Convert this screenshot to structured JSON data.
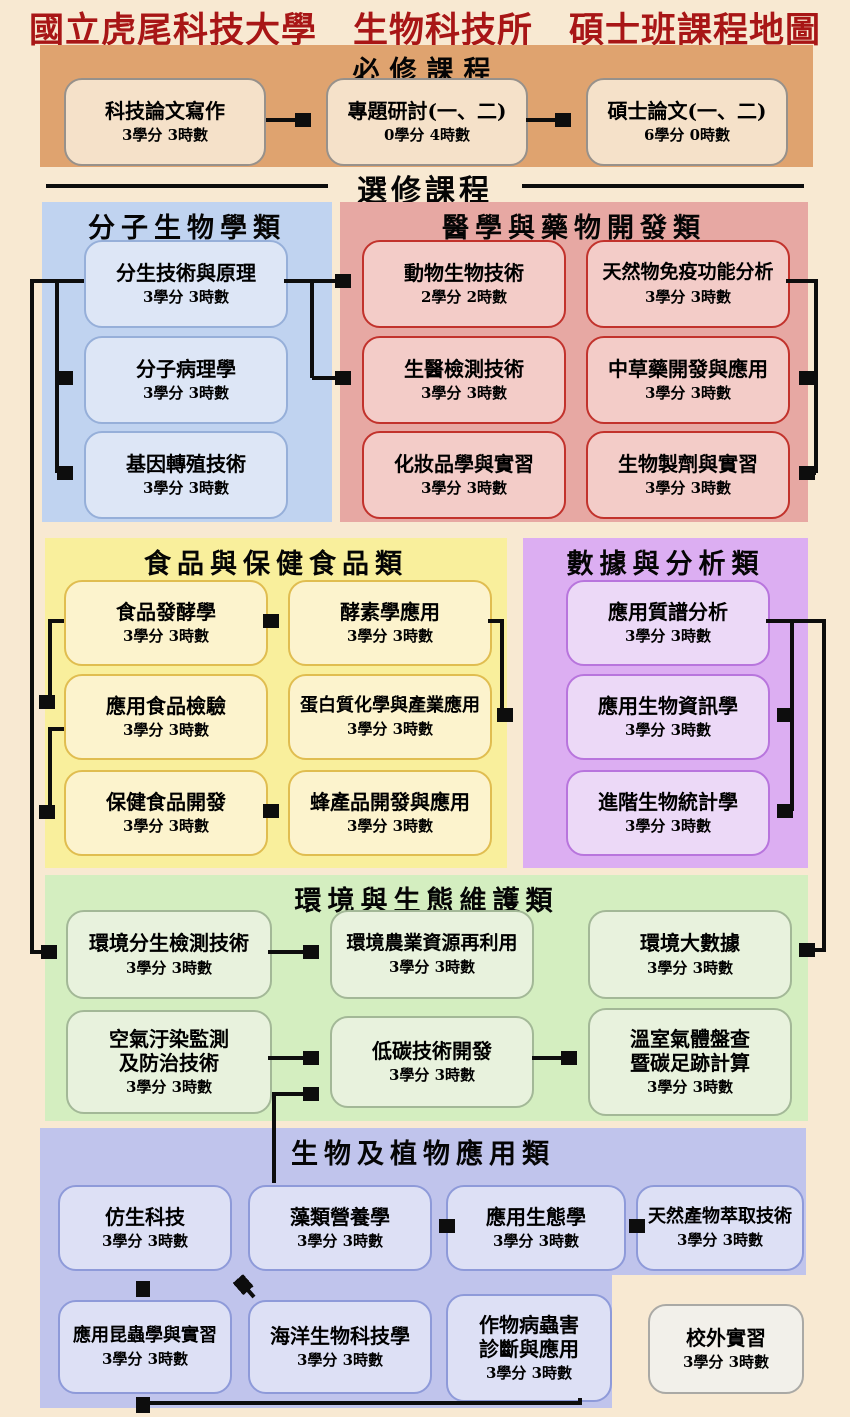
{
  "title": "國立虎尾科技大學　生物科技所　碩士班課程地圖",
  "required": {
    "label": "必修課程",
    "courses": [
      {
        "name": "科技論文寫作",
        "credits": "3學分 3時數"
      },
      {
        "name": "專題研討(一、二)",
        "credits": "0學分 4時數"
      },
      {
        "name": "碩士論文(一、二)",
        "credits": "6學分 0時數"
      }
    ]
  },
  "elective": {
    "label": "選修課程"
  },
  "sections": {
    "molecular": {
      "title": "分子生物學類",
      "courses": [
        {
          "name": "分生技術與原理",
          "credits": "3學分 3時數"
        },
        {
          "name": "分子病理學",
          "credits": "3學分 3時數"
        },
        {
          "name": "基因轉殖技術",
          "credits": "3學分 3時數"
        }
      ]
    },
    "medical": {
      "title": "醫學與藥物開發類",
      "courses": [
        {
          "name": "動物生物技術",
          "credits": "2學分 2時數"
        },
        {
          "name": "天然物免疫功能分析",
          "credits": "3學分 3時數"
        },
        {
          "name": "生醫檢測技術",
          "credits": "3學分 3時數"
        },
        {
          "name": "中草藥開發與應用",
          "credits": "3學分 3時數"
        },
        {
          "name": "化妝品學與實習",
          "credits": "3學分 3時數"
        },
        {
          "name": "生物製劑與實習",
          "credits": "3學分 3時數"
        }
      ]
    },
    "food": {
      "title": "食品與保健食品類",
      "courses": [
        {
          "name": "食品發酵學",
          "credits": "3學分 3時數"
        },
        {
          "name": "酵素學應用",
          "credits": "3學分 3時數"
        },
        {
          "name": "應用食品檢驗",
          "credits": "3學分 3時數"
        },
        {
          "name": "蛋白質化學與產業應用",
          "credits": "3學分 3時數"
        },
        {
          "name": "保健食品開發",
          "credits": "3學分 3時數"
        },
        {
          "name": "蜂產品開發與應用",
          "credits": "3學分 3時數"
        }
      ]
    },
    "data": {
      "title": "數據與分析類",
      "courses": [
        {
          "name": "應用質譜分析",
          "credits": "3學分 3時數"
        },
        {
          "name": "應用生物資訊學",
          "credits": "3學分 3時數"
        },
        {
          "name": "進階生物統計學",
          "credits": "3學分 3時數"
        }
      ]
    },
    "environment": {
      "title": "環境與生態維護類",
      "courses": [
        {
          "name": "環境分生檢測技術",
          "credits": "3學分 3時數"
        },
        {
          "name": "環境農業資源再利用",
          "credits": "3學分 3時數"
        },
        {
          "name": "環境大數據",
          "credits": "3學分 3時數"
        },
        {
          "name": "空氣汙染監測\n及防治技術",
          "credits": "3學分 3時數"
        },
        {
          "name": "低碳技術開發",
          "credits": "3學分 3時數"
        },
        {
          "name": "溫室氣體盤查\n暨碳足跡計算",
          "credits": "3學分 3時數"
        }
      ]
    },
    "bioplant": {
      "title": "生物及植物應用類",
      "courses": [
        {
          "name": "仿生科技",
          "credits": "3學分 3時數"
        },
        {
          "name": "藻類營養學",
          "credits": "3學分 3時數"
        },
        {
          "name": "應用生態學",
          "credits": "3學分 3時數"
        },
        {
          "name": "天然產物萃取技術",
          "credits": "3學分 3時數"
        },
        {
          "name": "應用昆蟲學與實習",
          "credits": "3學分 3時數"
        },
        {
          "name": "海洋生物科技學",
          "credits": "3學分 3時數"
        },
        {
          "name": "作物病蟲害\n診斷與應用",
          "credits": "3學分 3時數"
        }
      ]
    }
  },
  "external_course": {
    "name": "校外實習",
    "credits": "3學分 3時數"
  },
  "colors": {
    "page_bg": "#f8e9d2",
    "title_red": "#a81616",
    "required_bg": "#dfa36f",
    "molecular_bg": "#c0d3f0",
    "medical_bg": "#e7a8a3",
    "food_bg": "#f9ef9c",
    "data_bg": "#dcaef2",
    "environment_bg": "#d4eec0",
    "bioplant_bg": "#c0c4ec",
    "arrow": "#0d0d0d"
  },
  "connections": [
    {
      "from": "科技論文寫作",
      "to": "專題研討(一、二)"
    },
    {
      "from": "專題研討(一、二)",
      "to": "碩士論文(一、二)"
    },
    {
      "from": "分生技術與原理",
      "to": "分子病理學"
    },
    {
      "from": "分生技術與原理",
      "to": "基因轉殖技術"
    },
    {
      "from": "分生技術與原理",
      "to": "動物生物技術"
    },
    {
      "from": "分生技術與原理",
      "to": "生醫檢測技術"
    },
    {
      "from": "分生技術與原理",
      "to": "環境分生檢測技術"
    },
    {
      "from": "天然物免疫功能分析",
      "to": "中草藥開發與應用"
    },
    {
      "from": "天然物免疫功能分析",
      "to": "生物製劑與實習"
    },
    {
      "from": "食品發酵學",
      "to": "酵素學應用"
    },
    {
      "from": "食品發酵學",
      "to": "應用食品檢驗"
    },
    {
      "from": "應用食品檢驗",
      "to": "保健食品開發"
    },
    {
      "from": "酵素學應用",
      "to": "蛋白質化學與產業應用"
    },
    {
      "from": "保健食品開發",
      "to": "蜂產品開發與應用"
    },
    {
      "from": "應用質譜分析",
      "to": "應用生物資訊學"
    },
    {
      "from": "應用質譜分析",
      "to": "進階生物統計學"
    },
    {
      "from": "應用質譜分析",
      "to": "環境大數據"
    },
    {
      "from": "環境分生檢測技術",
      "to": "環境農業資源再利用"
    },
    {
      "from": "空氣汙染監測及防治技術",
      "to": "低碳技術開發"
    },
    {
      "from": "藻類營養學",
      "to": "低碳技術開發"
    },
    {
      "from": "低碳技術開發",
      "to": "溫室氣體盤查暨碳足跡計算"
    },
    {
      "from": "天然產物萃取技術",
      "to": "應用生態學"
    },
    {
      "from": "應用生態學",
      "to": "藻類營養學"
    },
    {
      "from": "應用昆蟲學與實習",
      "to": "仿生科技"
    },
    {
      "from": "海洋生物科技學",
      "to": "仿生科技"
    },
    {
      "from": "作物病蟲害診斷與應用",
      "to": "應用昆蟲學與實習"
    }
  ]
}
